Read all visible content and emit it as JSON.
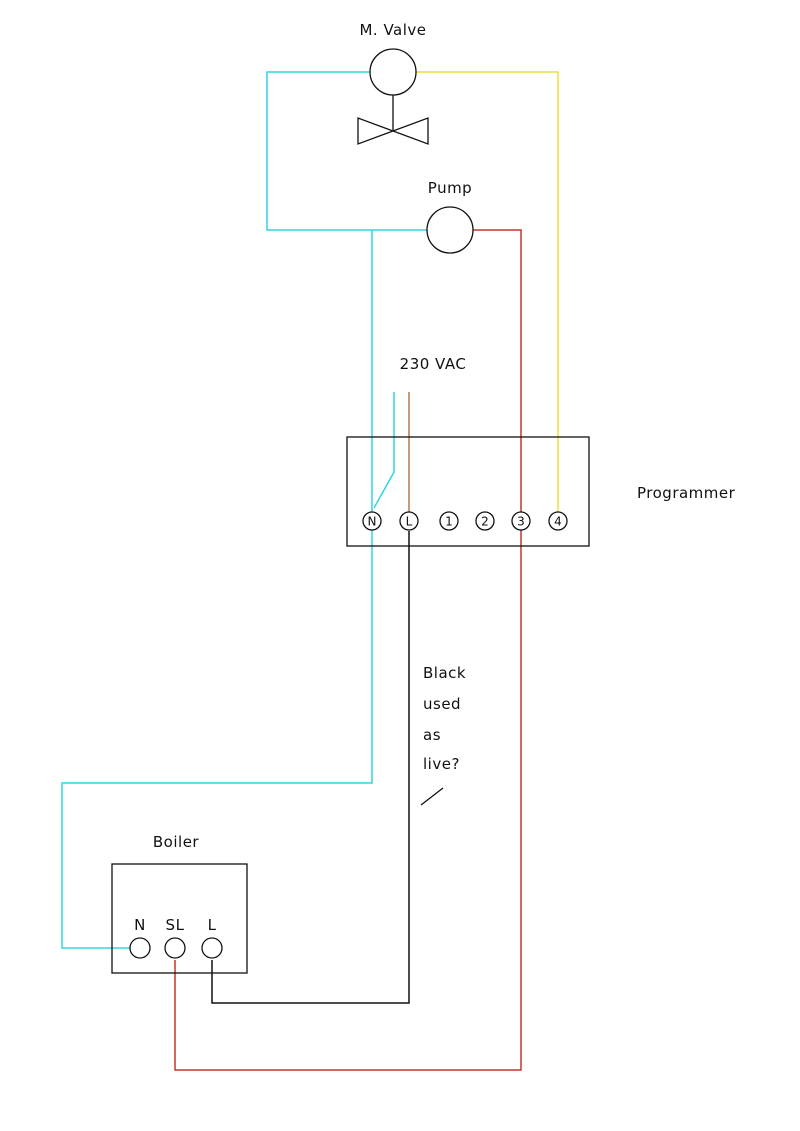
{
  "labels": {
    "valve": "M. Valve",
    "pump": "Pump",
    "supply": "230 VAC",
    "programmer": "Programmer",
    "boiler": "Boiler",
    "note": [
      "Black",
      "used",
      "as",
      "live?"
    ]
  },
  "programmer_terminals": [
    "N",
    "L",
    "1",
    "2",
    "3",
    "4"
  ],
  "boiler_terminals": [
    "N",
    "SL",
    "L"
  ],
  "wire_colors": {
    "neutral": "#33d6e0",
    "live_supply": "#b07a50",
    "switched_live": "#c0392b",
    "valve_feed": "#e8e040",
    "black": "#111111"
  }
}
